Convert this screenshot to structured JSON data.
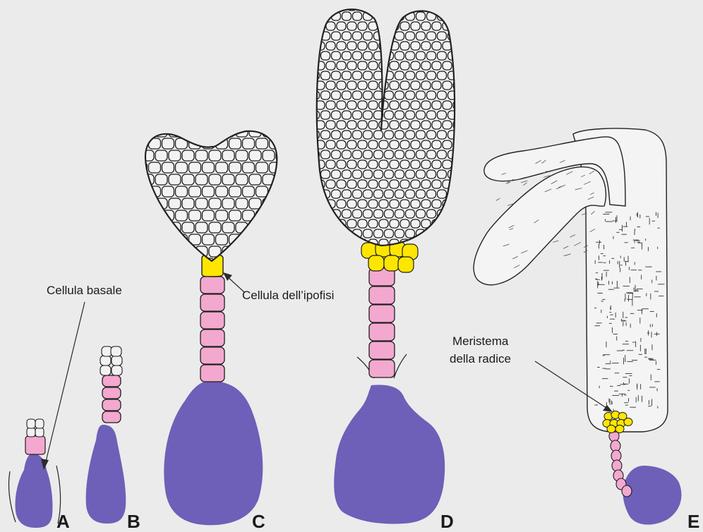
{
  "labels": {
    "basal_cell": "Cellula basale",
    "hypophysis_cell": "Cellula dell’ipofisi",
    "root_meristem_line1": "Meristema",
    "root_meristem_line2": "della radice"
  },
  "stages": [
    "A",
    "B",
    "C",
    "D",
    "E"
  ],
  "colors": {
    "background": "#ebebeb",
    "suspensor_basal": "#6e5fb8",
    "suspensor_cells": "#f3a8cf",
    "hypophysis": "#ffe600",
    "embryo_cells": "#f2f2f2",
    "outline": "#1e1e1e"
  }
}
